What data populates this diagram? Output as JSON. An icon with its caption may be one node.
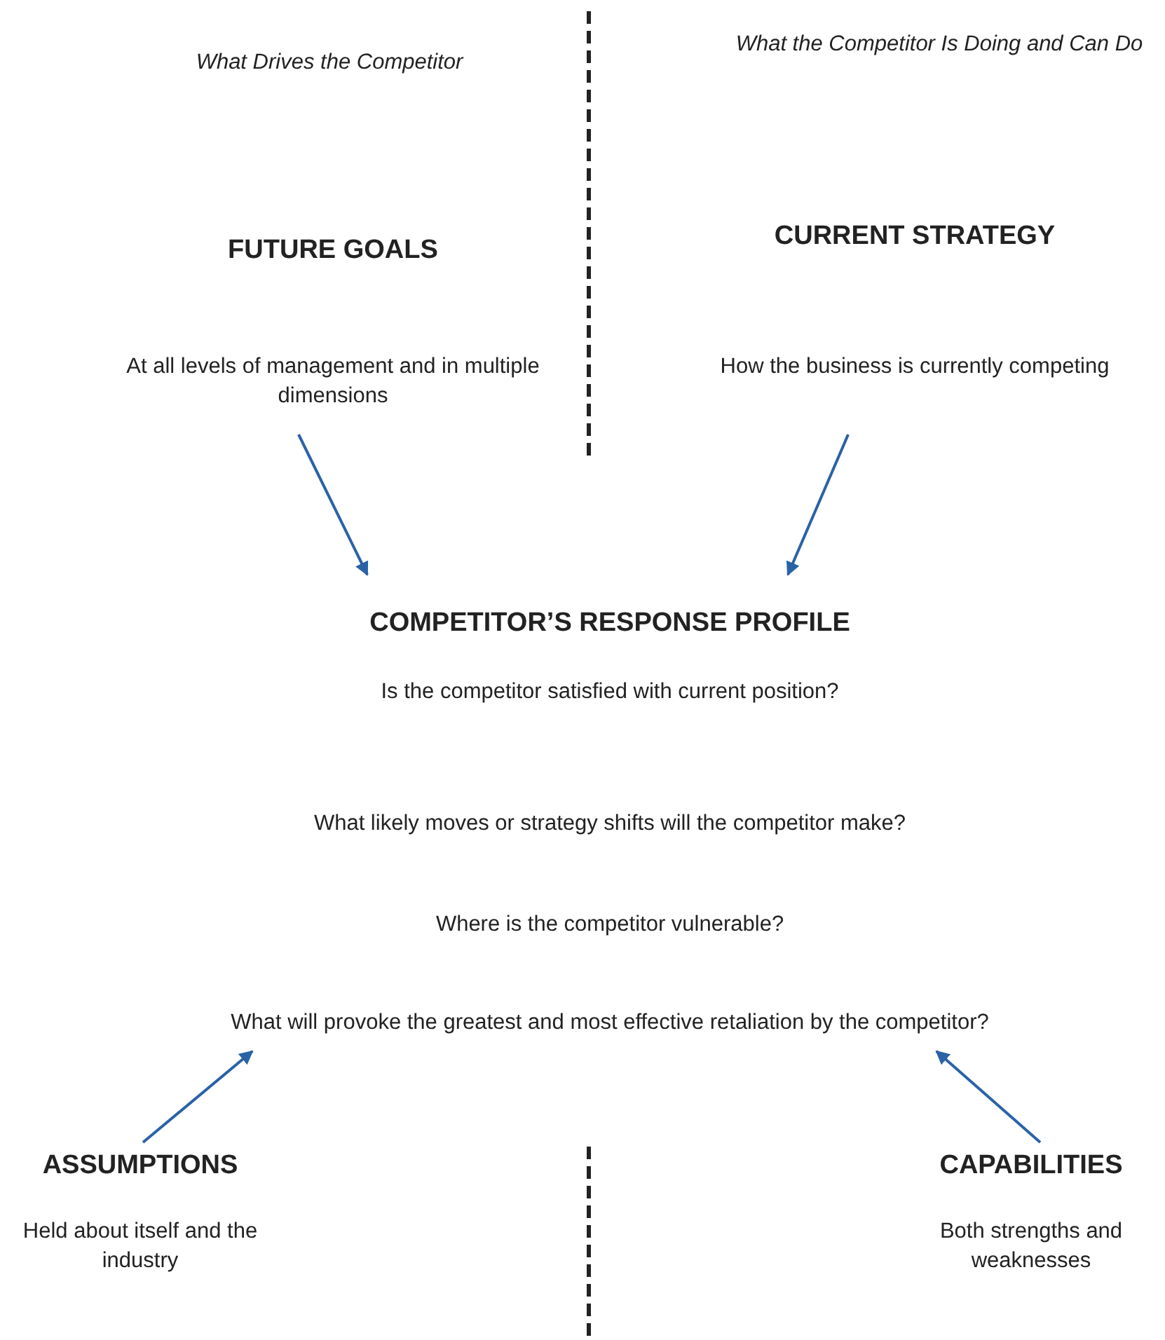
{
  "diagram": {
    "nodes": [
      {
        "text": [
          "FUTURE GOALS",
          "At all levels of management and in multiple dimensions"
        ]
      },
      {
        "text": [
          "CURRENT STRATEGY",
          "How the business is currently competing"
        ]
      },
      {
        "text": [
          "COMPETITOR’S RESPONSE PROFILE",
          "Is the competitor satisfied with current position?",
          "What likely moves or strategy shifts will the competitor make?",
          "Where is the competitor vulnerable?",
          "What will provoke the greatest and most effective retaliation by the competitor?"
        ]
      },
      {
        "text": [
          "ASSUMPTIONS",
          "Held about itself and the industry"
        ]
      },
      {
        "text": [
          "CAPABILITIES",
          "Both strengths and weaknesses"
        ]
      }
    ],
    "edges": [
      {
        "from": 0,
        "to": 2,
        "arrow": "to"
      },
      {
        "from": 1,
        "to": 2,
        "arrow": "to"
      },
      {
        "from": 3,
        "to": 2,
        "arrow": "to"
      },
      {
        "from": 4,
        "to": 2,
        "arrow": "to"
      }
    ],
    "labels": [
      "What Drives the Competitor",
      "What the Competitor Is Doing and Can Do"
    ]
  }
}
